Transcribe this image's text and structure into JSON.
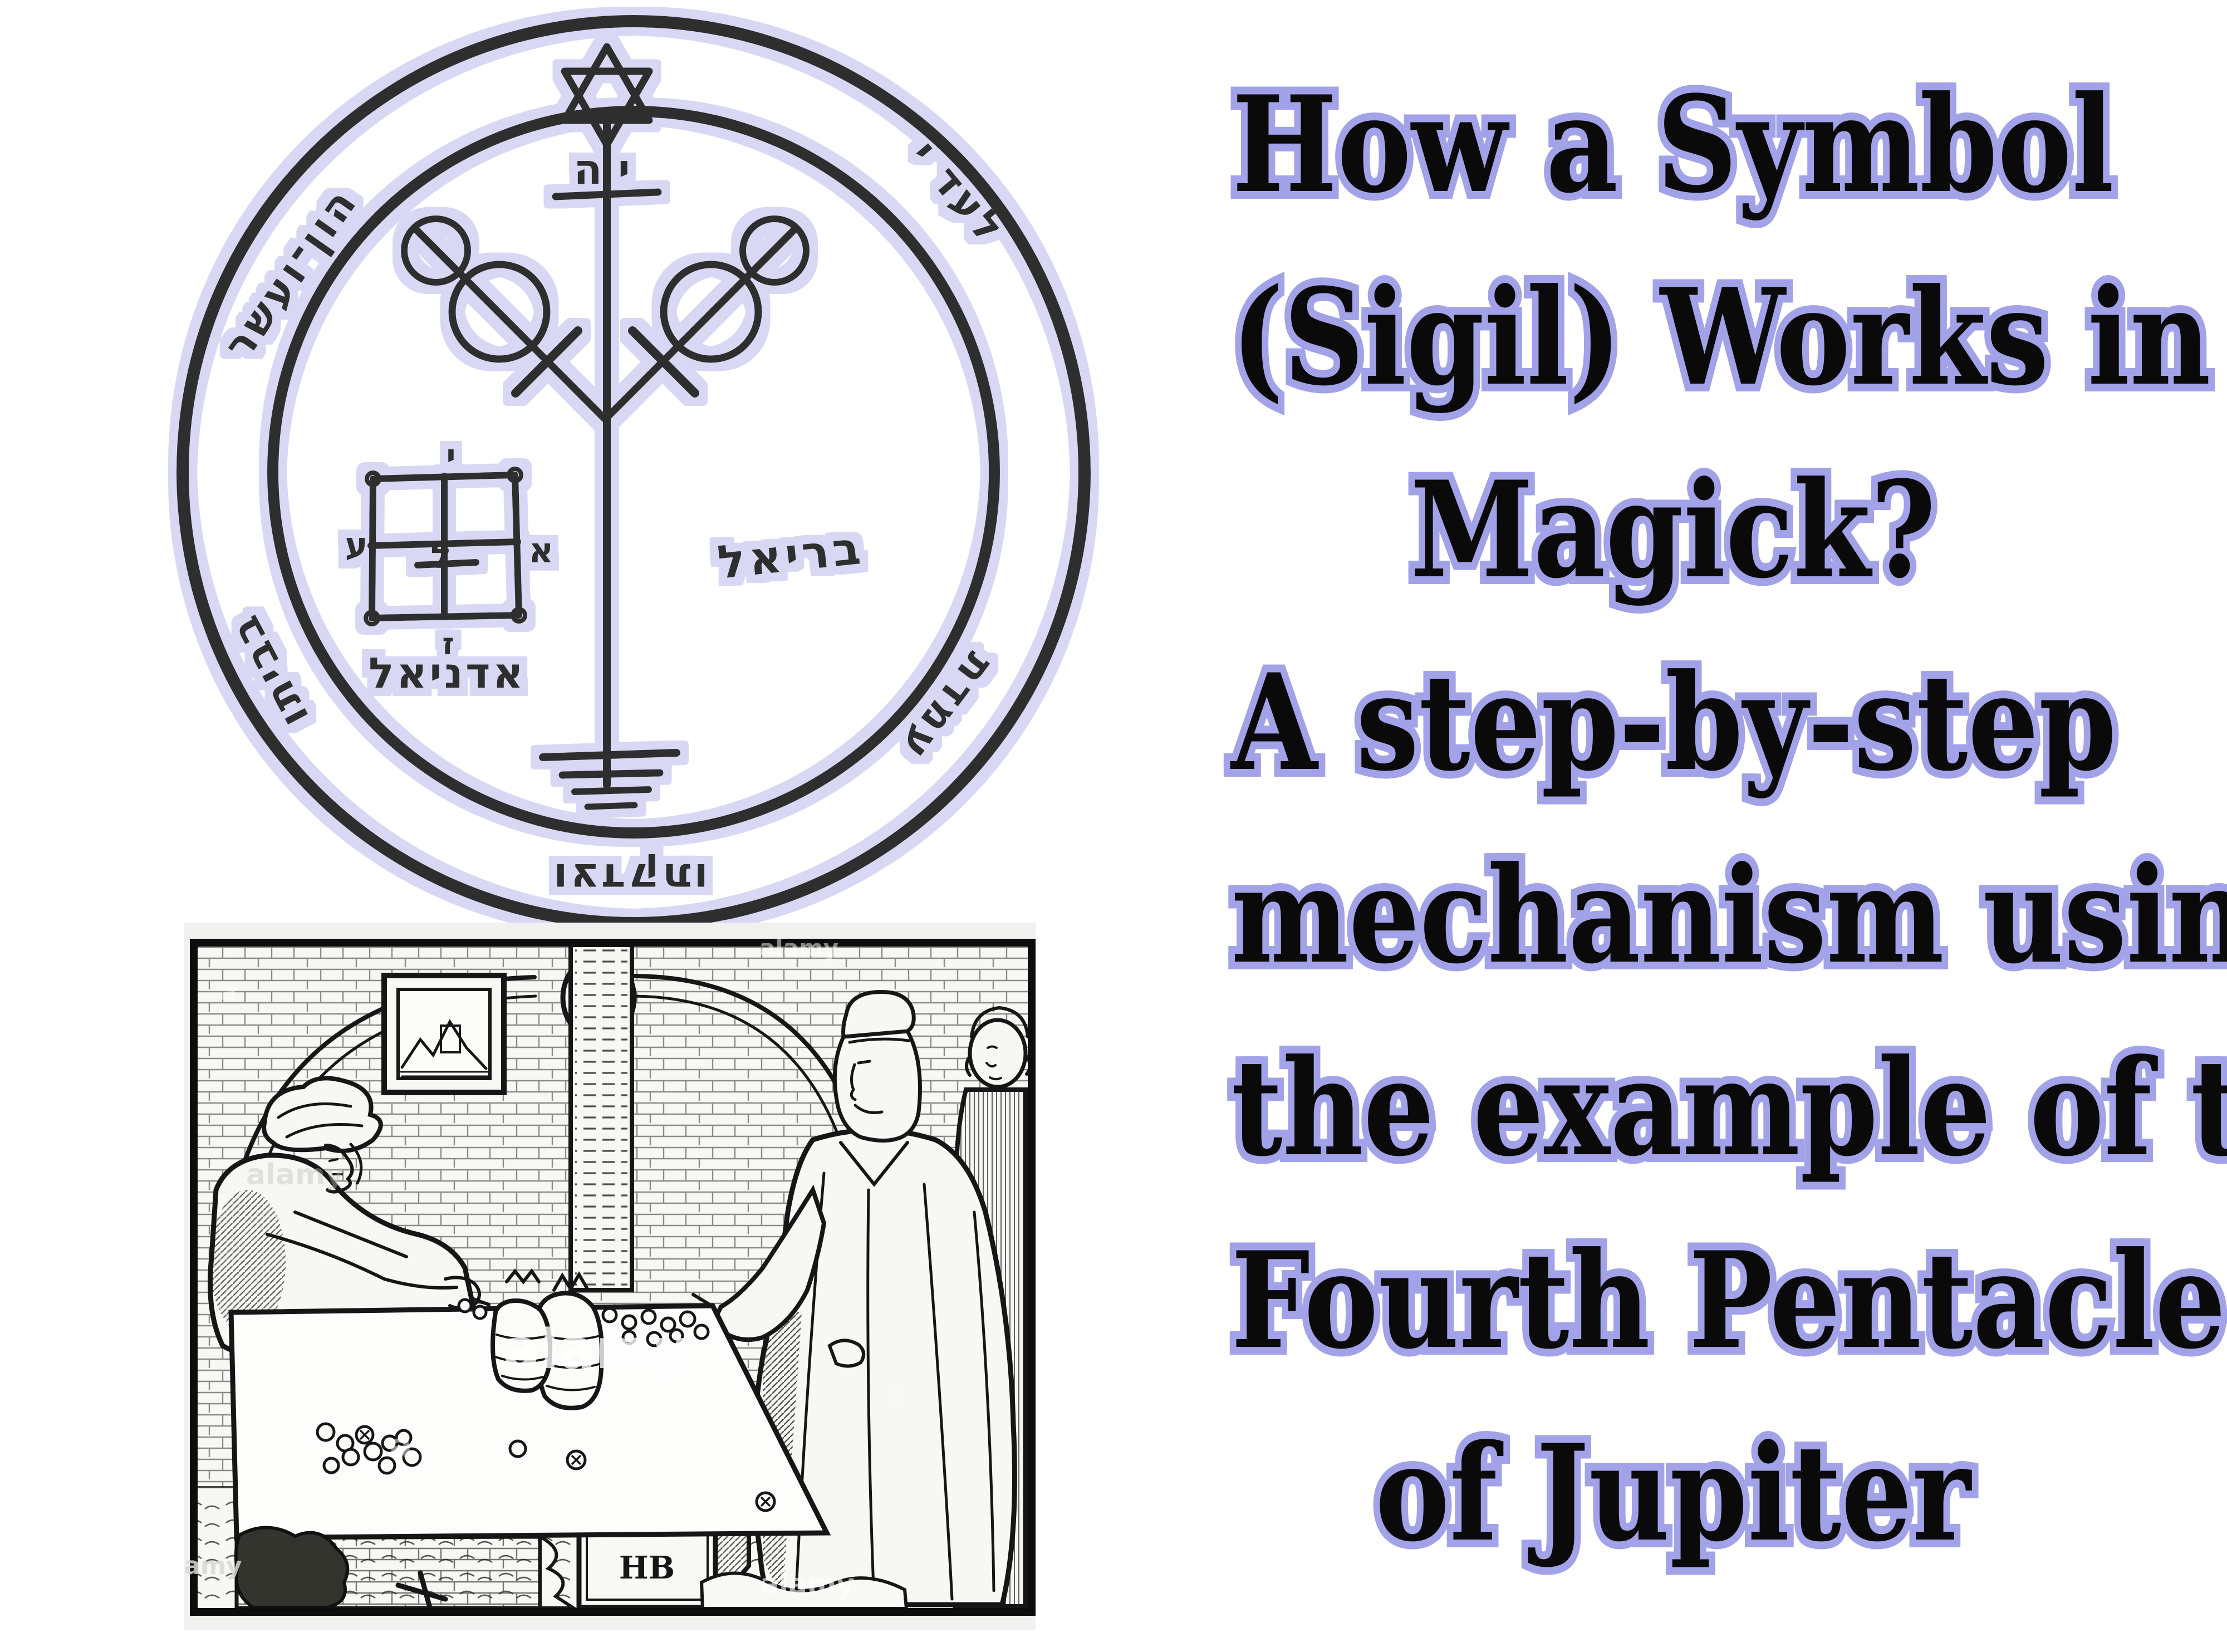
{
  "page": {
    "background": "#ffffff"
  },
  "title": {
    "full_text": "How a Symbol (Sigil) Works in Magick? A step-by-step mechanism using the example of the Fourth Pentacle of Jupiter",
    "lines": [
      "How a Symbol",
      "(Sigil) Works in",
      "Magick?",
      "A step-by-step",
      "mechanism using",
      "the example of the",
      "Fourth Pentacle",
      "of Jupiter"
    ],
    "ink_color": "#0a0a0a",
    "outline_color": "#a2a2e8"
  },
  "sigil": {
    "ink_color": "#2e2e2e",
    "glow_color": "#d8d8f5",
    "star_icon": "star-of-david",
    "staff_letters": "יה",
    "ring_text": {
      "upper_left": "הון־ועשר",
      "upper_right": "לעד י",
      "lower_right": "עמדת",
      "bottom": "וצדקתו",
      "lower_left": "בביתו"
    },
    "square_letters": {
      "top": "י",
      "left": "ע",
      "right": "א",
      "bottom": "ז",
      "center": "ל"
    },
    "angel_name_right": "בריאל",
    "angel_name_below_square": "אדניאל"
  },
  "woodcut": {
    "background": "#f1f1ef",
    "ink_color": "#161616",
    "chest_monogram": "HB",
    "watermark_text": "alamy",
    "watermark_letter": "a"
  }
}
